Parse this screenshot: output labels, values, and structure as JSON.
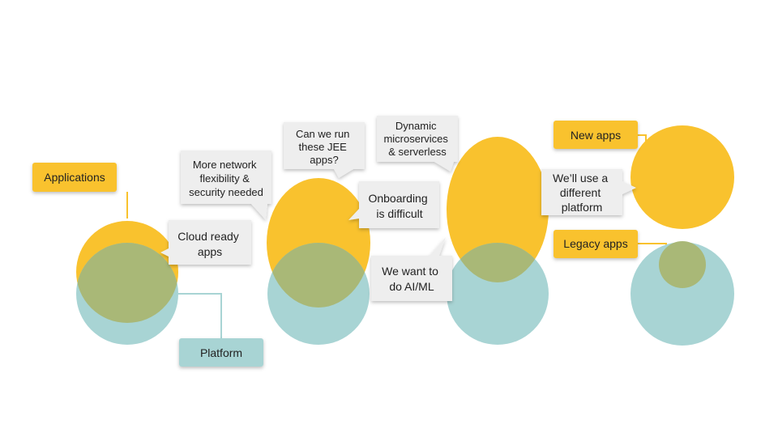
{
  "colors": {
    "yellow": "#F9C22E",
    "teal": "#A8D4D4",
    "overlap": "#A9B877",
    "callout": "#EEEEEE",
    "yellow_tag": "#F9C22E",
    "teal_tag": "#A8D4D4"
  },
  "tags": {
    "applications": "Applications",
    "platform": "Platform",
    "new_apps": "New apps",
    "legacy_apps": "Legacy apps"
  },
  "callouts": {
    "cloud_ready": [
      "Cloud ready",
      "apps"
    ],
    "network": [
      "More network",
      "flexibility &",
      "security needed"
    ],
    "jee": [
      "Can we run",
      "these JEE",
      "apps?"
    ],
    "onboarding": [
      "Onboarding",
      "is difficult"
    ],
    "microservices": [
      "Dynamic",
      "microservices",
      "& serverless"
    ],
    "aiml": [
      "We want to",
      "do AI/ML"
    ],
    "different_platform": [
      "We’ll use a",
      "different",
      "platform"
    ]
  }
}
